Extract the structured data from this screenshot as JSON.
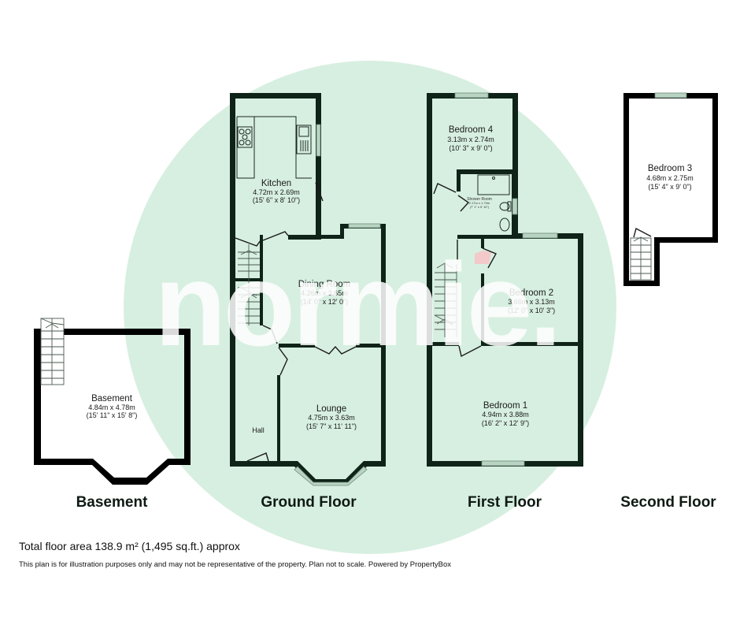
{
  "watermark": {
    "text": "normie.",
    "circle_color": "#d7efe0"
  },
  "colors": {
    "wall": "#0f2318",
    "floor_fill": "#d7efe0",
    "highlight": "#f3c9c9"
  },
  "floors": [
    {
      "label": "Basement",
      "rooms": [
        {
          "name": "Basement",
          "metric": "4.84m x 4.78m",
          "imperial": "(15' 11\" x 15' 8\")"
        }
      ]
    },
    {
      "label": "Ground Floor",
      "rooms": [
        {
          "name": "Kitchen",
          "metric": "4.72m x 2.69m",
          "imperial": "(15' 6\" x 8' 10\")"
        },
        {
          "name": "Dining Room",
          "metric": "4.26m x 3.65m",
          "imperial": "(14' 0\" x 12' 0\")"
        },
        {
          "name": "Lounge",
          "metric": "4.75m x 3.63m",
          "imperial": "(15' 7\" x 11' 11\")"
        },
        {
          "name": "Hall",
          "metric": "",
          "imperial": ""
        }
      ]
    },
    {
      "label": "First Floor",
      "rooms": [
        {
          "name": "Bedroom 4",
          "metric": "3.13m x 2.74m",
          "imperial": "(10' 3\" x 9' 0\")"
        },
        {
          "name": "Shower Room",
          "metric": "2.17m x 1.79m",
          "imperial": "(7' 1\" x 5' 10\")"
        },
        {
          "name": "Bedroom 2",
          "metric": "3.66m x 3.13m",
          "imperial": "(12' 0\" x 10' 3\")"
        },
        {
          "name": "Bedroom 1",
          "metric": "4.94m x 3.88m",
          "imperial": "(16' 2\" x 12' 9\")"
        }
      ]
    },
    {
      "label": "Second Floor",
      "rooms": [
        {
          "name": "Bedroom 3",
          "metric": "4.68m x 2.75m",
          "imperial": "(15' 4\" x 9' 0\")"
        }
      ]
    }
  ],
  "footer": {
    "total_area": "Total floor area 138.9 m² (1,495 sq.ft.) approx",
    "disclaimer": "This plan is for illustration purposes only and may not be representative of the property. Plan not to scale. Powered by PropertyBox"
  }
}
